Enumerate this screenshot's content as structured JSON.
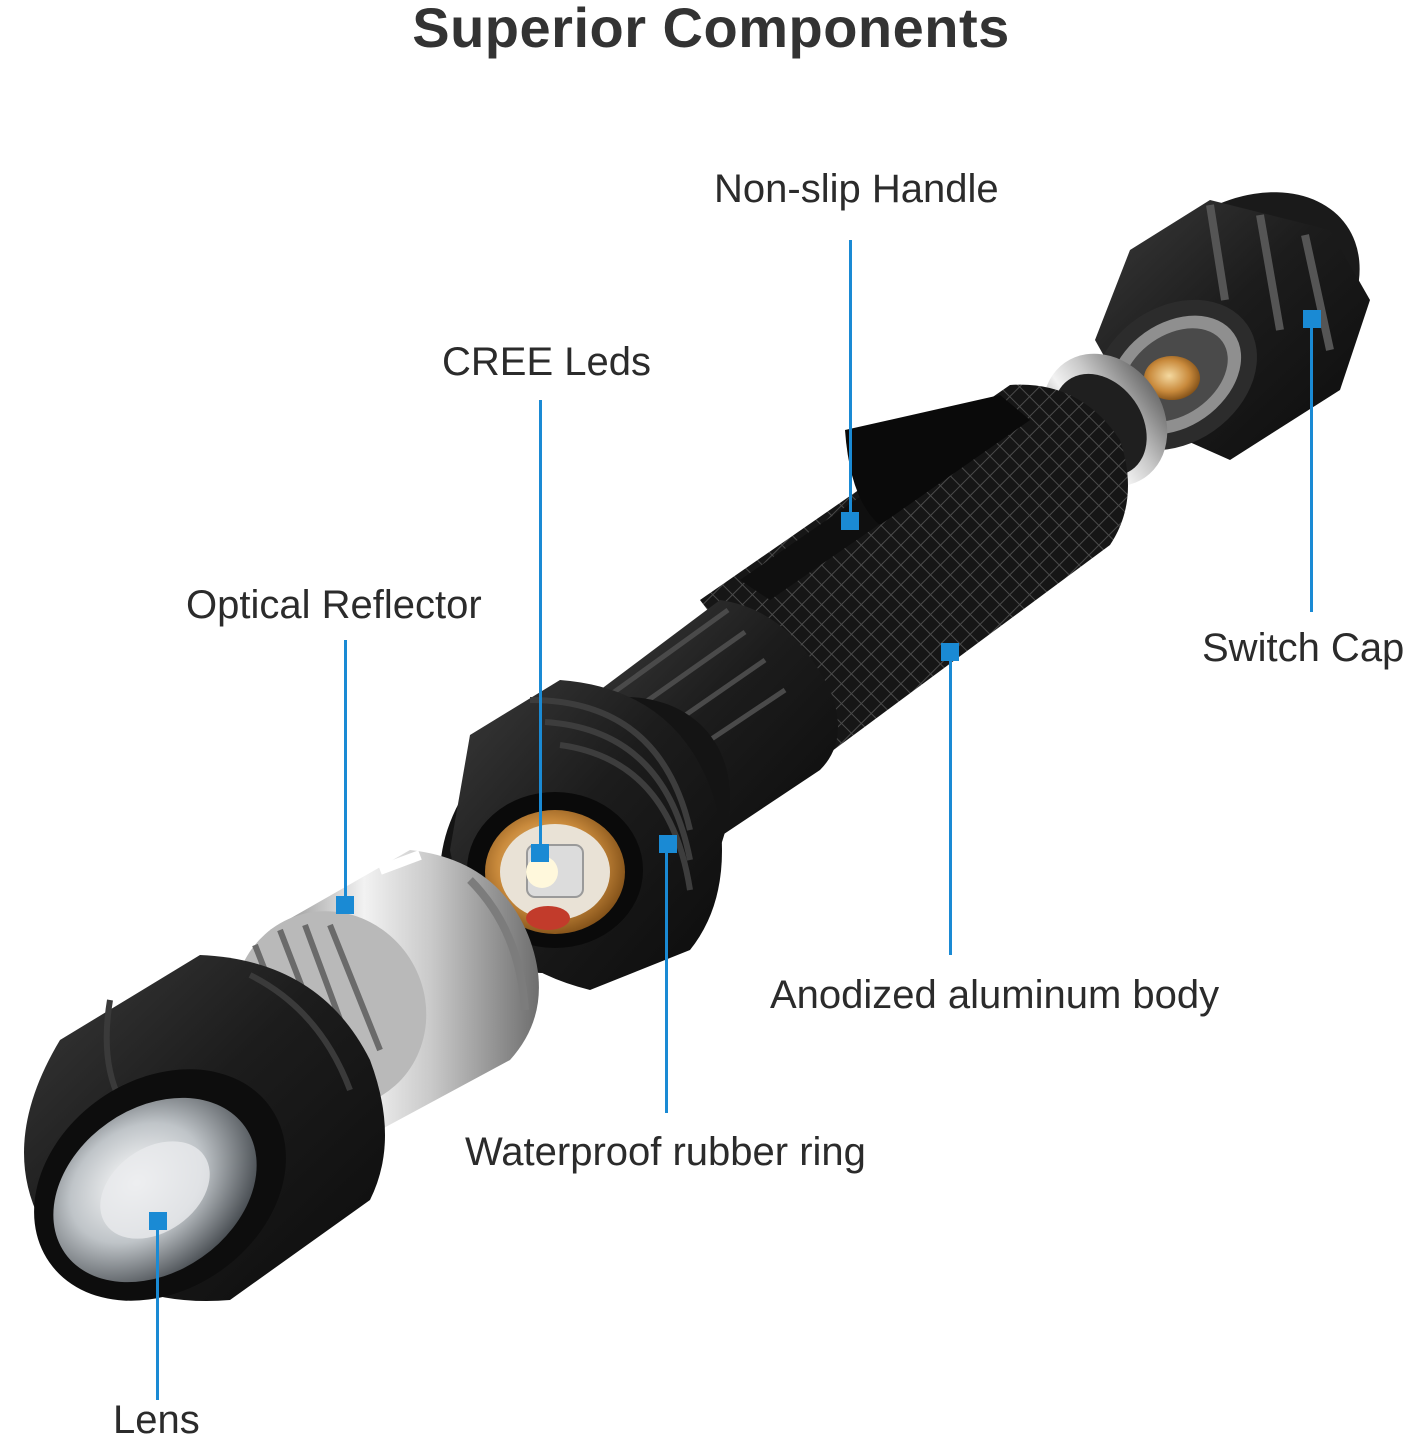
{
  "title": "Superior Components",
  "accent_color": "#1a8ad4",
  "labels": {
    "non_slip_handle": "Non-slip Handle",
    "cree_leds": "CREE Leds",
    "optical_reflector": "Optical Reflector",
    "switch_cap": "Switch Cap",
    "anodized_body": "Anodized aluminum body",
    "waterproof_ring": "Waterproof rubber ring",
    "lens": "Lens"
  }
}
